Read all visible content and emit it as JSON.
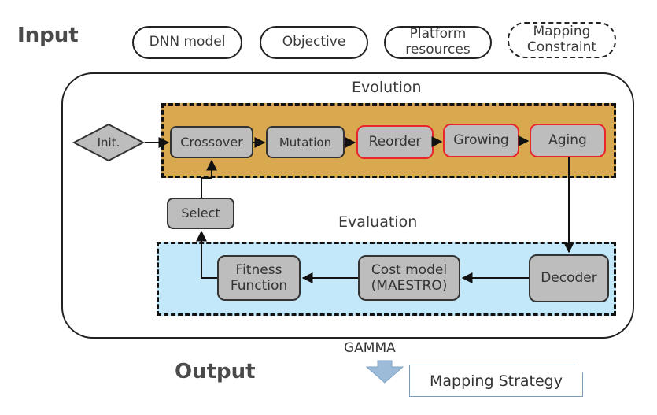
{
  "input": {
    "label": "Input",
    "items": [
      {
        "label": "DNN model"
      },
      {
        "label": "Objective"
      },
      {
        "label": "Platform resources"
      },
      {
        "label": "Mapping Constraint"
      }
    ]
  },
  "output": {
    "label": "Output"
  },
  "evolution": {
    "title": "Evolution",
    "init_label": "Init.",
    "steps": [
      {
        "label": "Crossover"
      },
      {
        "label": "Mutation"
      },
      {
        "label": "Reorder"
      },
      {
        "label": "Growing"
      },
      {
        "label": "Aging"
      }
    ]
  },
  "select": {
    "label": "Select"
  },
  "evaluation": {
    "title": "Evaluation",
    "decoder": "Decoder",
    "cost_model": "Cost model (MAESTRO)",
    "fitness": "Fitness Function"
  },
  "gamma": {
    "label": "GAMMA"
  },
  "mapping_strategy": {
    "label": "Mapping Strategy"
  },
  "colors": {
    "evolution_band": "#d9a94f",
    "evaluation_band": "#c3e8fa",
    "block_fill": "#bdbdbd",
    "highlight_border": "#e8262b",
    "output_arrow": "#9bbbd8"
  }
}
